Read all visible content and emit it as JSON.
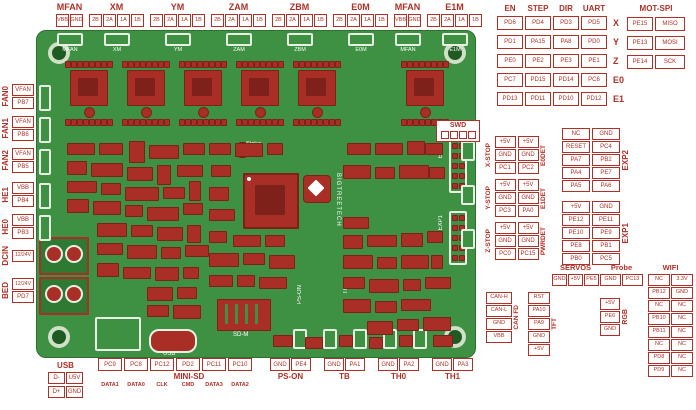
{
  "colors": {
    "pcb_green": "#3e9143",
    "accent_red": "#b03028",
    "silk_white": "#ffffff"
  },
  "top_connectors": [
    {
      "label": "MFAN",
      "pins": [
        "VBB",
        "GND"
      ]
    },
    {
      "label": "XM",
      "pins": [
        "2B",
        "2A",
        "1A",
        "1B"
      ]
    },
    {
      "label": "YM",
      "pins": [
        "2B",
        "2A",
        "1A",
        "1B"
      ]
    },
    {
      "label": "ZAM",
      "pins": [
        "2B",
        "2A",
        "1A",
        "1B"
      ]
    },
    {
      "label": "ZBM",
      "pins": [
        "2B",
        "2A",
        "1A",
        "1B"
      ]
    },
    {
      "label": "E0M",
      "pins": [
        "2B",
        "2A",
        "1A",
        "1B"
      ]
    },
    {
      "label": "MFAN",
      "pins": [
        "VBB",
        "GND"
      ]
    },
    {
      "label": "E1M",
      "pins": [
        "2B",
        "2A",
        "1A",
        "1B"
      ]
    }
  ],
  "driver_table": {
    "columns": [
      "EN",
      "STEP",
      "DIR",
      "UART"
    ],
    "rows": [
      {
        "label": "X",
        "pins": [
          "PD6",
          "PD4",
          "PD3",
          "PD5"
        ]
      },
      {
        "label": "Y",
        "pins": [
          "PD1",
          "PA15",
          "PA8",
          "PD0"
        ]
      },
      {
        "label": "Z",
        "pins": [
          "PE0",
          "PE2",
          "PE3",
          "PE1"
        ]
      },
      {
        "label": "E0",
        "pins": [
          "PC7",
          "PD15",
          "PD14",
          "PC6"
        ]
      },
      {
        "label": "E1",
        "pins": [
          "PD13",
          "PD11",
          "PD10",
          "PD12"
        ]
      }
    ]
  },
  "mot_spi": {
    "title": "MOT-SPI",
    "rows": [
      {
        "pin": "PE15",
        "fn": "MISO"
      },
      {
        "pin": "PE13",
        "fn": "MOSI"
      },
      {
        "pin": "PE14",
        "fn": "SCK"
      }
    ]
  },
  "left_connectors": [
    {
      "label": "FAN0",
      "pins": [
        "VFAN",
        "PB7"
      ]
    },
    {
      "label": "FAN1",
      "pins": [
        "VFAN",
        "PB6"
      ]
    },
    {
      "label": "FAN2",
      "pins": [
        "VFAN",
        "PB5"
      ]
    },
    {
      "label": "HE1",
      "pins": [
        "VBB",
        "PB4"
      ]
    },
    {
      "label": "HE0",
      "pins": [
        "VBB",
        "PB3"
      ]
    },
    {
      "label": "DCIN",
      "pins": [
        "12/24V"
      ]
    },
    {
      "label": "BED",
      "pins": [
        "12/24V",
        "PD7"
      ]
    }
  ],
  "endstops": {
    "groups": [
      {
        "left_label": "X-STOP",
        "right_label": "E0DET",
        "rows": [
          [
            "+5V",
            "+5V"
          ],
          [
            "GND",
            "GND"
          ],
          [
            "PC1",
            "PC2"
          ]
        ]
      },
      {
        "left_label": "Y-STOP",
        "right_label": "E1DET",
        "rows": [
          [
            "+5V",
            "+5V"
          ],
          [
            "GND",
            "GND"
          ],
          [
            "PC3",
            "PA0"
          ]
        ]
      },
      {
        "left_label": "Z-STOP",
        "right_label": "PWRDET",
        "rows": [
          [
            "+5V",
            "+5V"
          ],
          [
            "GND",
            "GND"
          ],
          [
            "PC0",
            "PC15"
          ]
        ]
      }
    ]
  },
  "exp_headers": [
    {
      "label": "EXP2",
      "rows": [
        [
          "NC",
          "GND"
        ],
        [
          "RESET",
          "PC4"
        ],
        [
          "PA7",
          "PB2"
        ],
        [
          "PA4",
          "PE7"
        ],
        [
          "PA5",
          "PA6"
        ]
      ]
    },
    {
      "label": "EXP1",
      "rows": [
        [
          "+5V",
          "GND"
        ],
        [
          "PE12",
          "PE11"
        ],
        [
          "PE10",
          "PE9"
        ],
        [
          "PE8",
          "PB1"
        ],
        [
          "PB0",
          "PC5"
        ]
      ]
    }
  ],
  "swd": {
    "title": "SWD"
  },
  "servos": {
    "title": "SERVOS",
    "pins": [
      "GND",
      "+5V",
      "PE5"
    ]
  },
  "probe": {
    "title": "Probe",
    "pins": [
      "GND",
      "PC13"
    ]
  },
  "rgb": {
    "title": "RGB",
    "pins": [
      "+5V",
      "PE6",
      "GND"
    ]
  },
  "wifi": {
    "title": "WIFI",
    "rows": [
      [
        "NC",
        "3.3V"
      ],
      [
        "PB12",
        "GND"
      ],
      [
        "NC",
        "NC"
      ],
      [
        "PB10",
        "NC"
      ],
      [
        "PB11",
        "NC"
      ],
      [
        "NC",
        "NC"
      ],
      [
        "PD8",
        "NC"
      ],
      [
        "PD9",
        "NC"
      ]
    ]
  },
  "can_fd": {
    "title": "CAN FD",
    "pins": [
      "CAN-H",
      "CAN-L",
      "GND",
      "VBB"
    ]
  },
  "tft": {
    "title": "TFT",
    "pins": [
      "RST",
      "PA10",
      "PA9",
      "GND",
      "+5V"
    ]
  },
  "usb": {
    "title": "USB",
    "rows": [
      [
        "D-",
        "U5V"
      ],
      [
        "D+",
        "GND"
      ]
    ]
  },
  "mini_sd": {
    "title": "MINI-SD",
    "pins": [
      {
        "pin": "PC9",
        "fn": "DATA1"
      },
      {
        "pin": "PC8",
        "fn": "DATA0"
      },
      {
        "pin": "PC12",
        "fn": "CLK"
      },
      {
        "pin": "PD2",
        "fn": "CMD"
      },
      {
        "pin": "PC11",
        "fn": "DATA3"
      },
      {
        "pin": "PC10",
        "fn": "DATA2"
      }
    ]
  },
  "ps_on": {
    "title": "PS-ON",
    "pins": [
      "GND",
      "PE4"
    ]
  },
  "tb": {
    "title": "TB",
    "pins": [
      "GND",
      "PA1"
    ]
  },
  "th0": {
    "title": "TH0",
    "pins": [
      "GND",
      "PA2"
    ]
  },
  "th1": {
    "title": "TH1",
    "pins": [
      "GND",
      "PA3"
    ]
  },
  "board_labels": {
    "top_silk": [
      "MFAN",
      "XM",
      "YM",
      "ZAM",
      "ZBM",
      "E0M",
      "MFAN",
      "E1M"
    ],
    "brand": "BIGTREETECH",
    "status": "Status",
    "power": "Power",
    "exp1": "EXP1",
    "exp2": "EXP2",
    "sdm": "SD-M",
    "usb": "USB",
    "ps_on": "PS-ON",
    "tft": "TFT"
  }
}
